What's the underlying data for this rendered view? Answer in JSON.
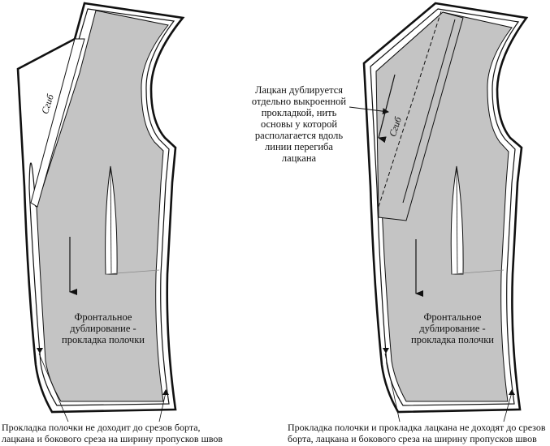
{
  "left_piece": {
    "fold_label": "Сгиб",
    "interlining_label_lines": [
      "Фронтальное",
      "дублирование -",
      "прокладка полочки"
    ],
    "caption_lines": [
      "Прокладка полочки не доходит до срезов борта,",
      "лацкана и бокового среза на ширину пропусков швов"
    ]
  },
  "right_piece": {
    "fold_label": "Сгиб",
    "interlining_label_lines": [
      "Фронтальное",
      "дублирование -",
      "прокладка полочки"
    ],
    "lapel_note_lines": [
      "Лацкан дублируется",
      "отдельно выкроенной",
      "прокладкой, нить",
      "основы у которой",
      "располагается вдоль",
      "линии перегиба",
      "лацкана"
    ],
    "caption_lines": [
      "Прокладка полочки и прокладка лацкана не доходят до срезов",
      "борта, лацкана и бокового среза на ширину пропусков швов"
    ]
  },
  "colors": {
    "interlining_fill": "#c4c4c4",
    "outline": "#111111",
    "background": "#ffffff"
  }
}
